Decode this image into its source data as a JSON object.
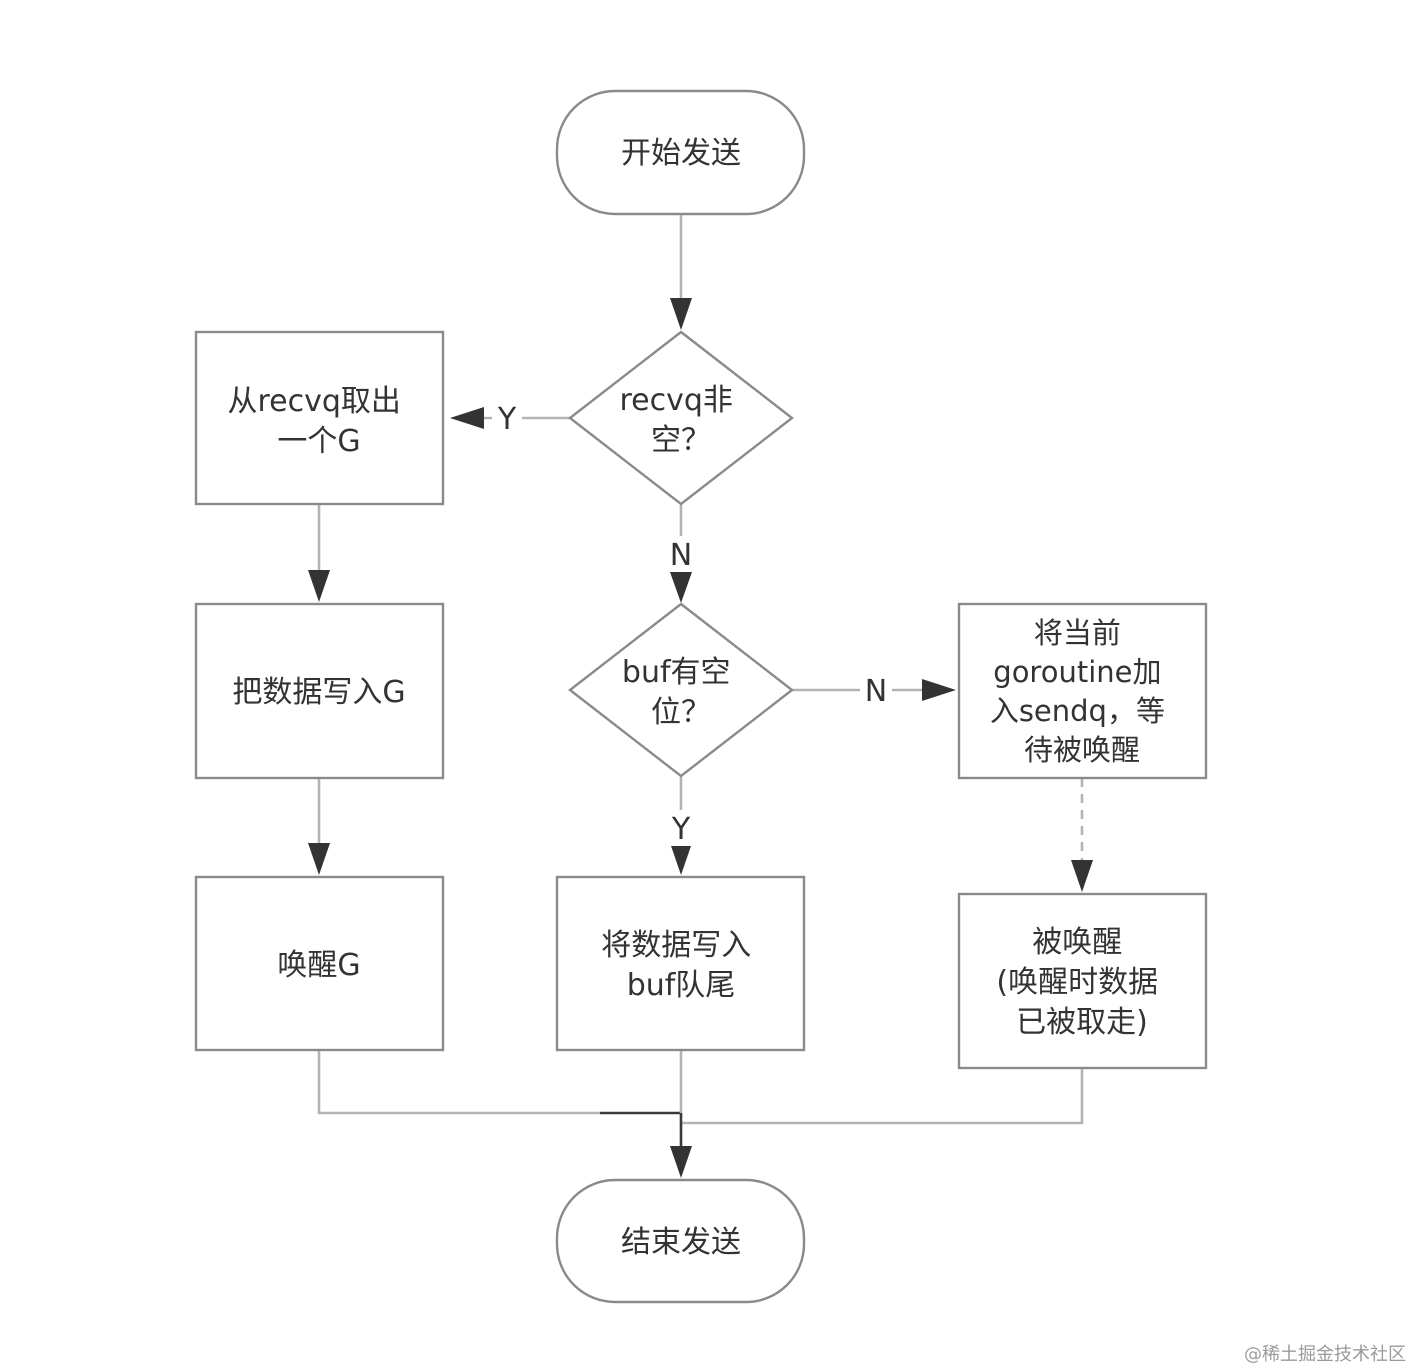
{
  "nodes": {
    "start": "开始发送",
    "decision_recvq": [
      "recvq非",
      "空？"
    ],
    "take_g": [
      "从recvq取出",
      "一个G"
    ],
    "write_g": "把数据写入G",
    "wake_g": "唤醒G",
    "decision_buf": [
      "buf有空",
      "位？"
    ],
    "enqueue_sendq": [
      "将当前",
      "goroutine加",
      "入sendq，等",
      "待被唤醒"
    ],
    "write_buf": [
      "将数据写入",
      "buf队尾"
    ],
    "woken": [
      "被唤醒",
      "(唤醒时数据",
      "已被取走)"
    ],
    "end": "结束发送"
  },
  "edge_labels": {
    "recvq_yes": "Y",
    "recvq_no": "N",
    "buf_no": "N",
    "buf_yes": "Y"
  },
  "watermark": "@稀土掘金技术社区"
}
